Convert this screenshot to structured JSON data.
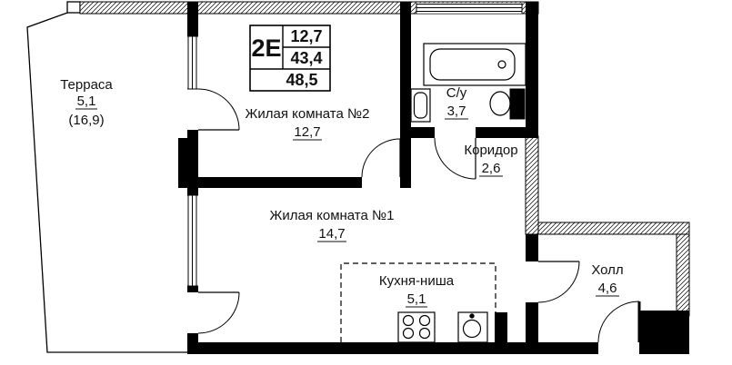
{
  "legend": {
    "type": "2Е",
    "value1": "12,7",
    "value2": "43,4",
    "value3": "48,5"
  },
  "rooms": {
    "terrace": {
      "name": "Терраса",
      "area": "5,1",
      "area_total": "(16,9)"
    },
    "room2": {
      "name": "Жилая комната №2",
      "area": "12,7"
    },
    "bathroom": {
      "name": "С/у",
      "area": "3,7"
    },
    "corridor": {
      "name": "Коридор",
      "area": "2,6"
    },
    "room1": {
      "name": "Жилая комната №1",
      "area": "14,7"
    },
    "kitchen": {
      "name": "Кухня-ниша",
      "area": "5,1"
    },
    "hall": {
      "name": "Холл",
      "area": "4,6"
    }
  },
  "colors": {
    "wall": "#000000",
    "line": "#111111",
    "background": "#ffffff"
  }
}
